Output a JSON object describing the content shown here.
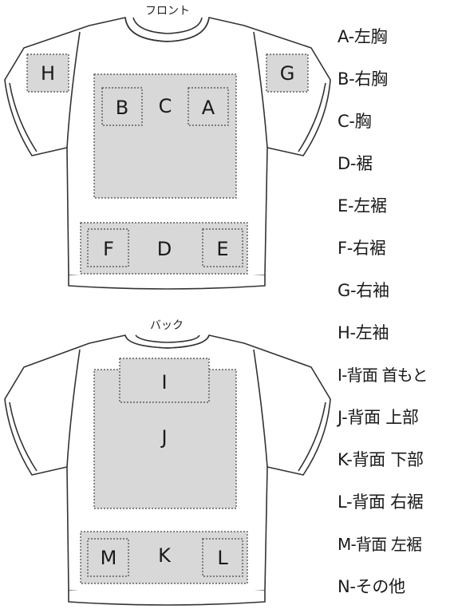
{
  "views": {
    "front_label": "フロント",
    "back_label": "バック"
  },
  "zones": {
    "A": "A",
    "B": "B",
    "C": "C",
    "D": "D",
    "E": "E",
    "F": "F",
    "G": "G",
    "H": "H",
    "I": "I",
    "J": "J",
    "K": "K",
    "L": "L",
    "M": "M"
  },
  "legend": [
    "A-左胸",
    "B-右胸",
    "C-胸",
    "D-裾",
    "E-左裾",
    "F-右裾",
    "G-右袖",
    "H-左袖",
    "I-背面 首もと",
    "J-背面 上部",
    "K-背面 下部",
    "L-背面 右裾",
    "M-背面 左裾",
    "N-その他"
  ],
  "colors": {
    "outline": "#333333",
    "zone_fill": "#d8d8d8",
    "zone_border": "#444444"
  }
}
